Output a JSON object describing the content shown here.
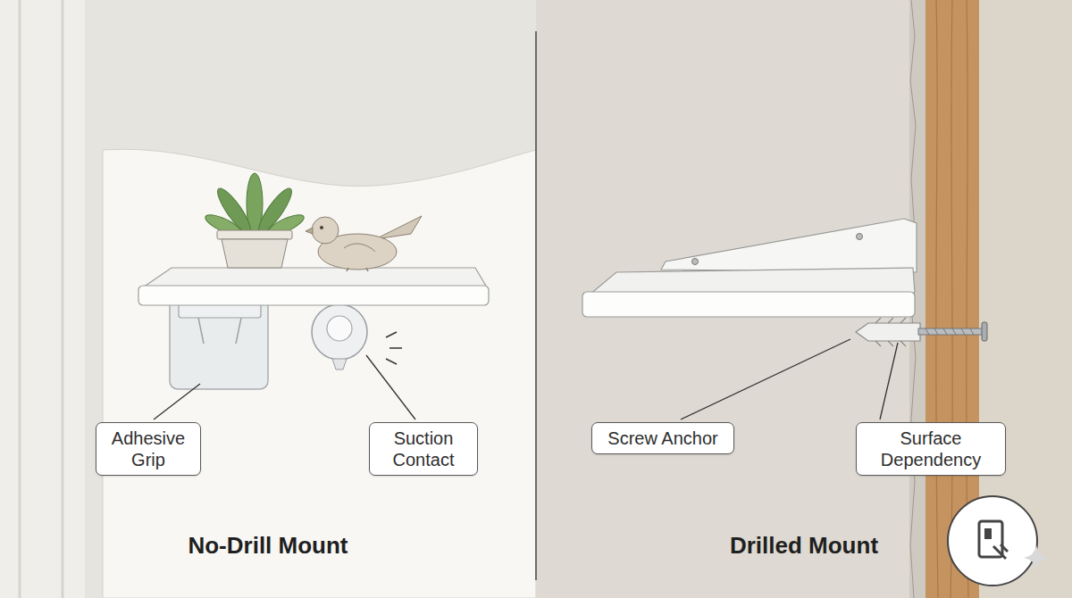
{
  "diagram": {
    "nodes": [
      {
        "text": [
          "Adhesive Grip"
        ]
      },
      {
        "text": [
          "Suction Contact"
        ]
      },
      {
        "text": [
          "Screw Anchor"
        ]
      },
      {
        "text": [
          "Surface Dependency"
        ]
      }
    ],
    "labels": [
      "No-Drill Mount",
      "Drilled Mount"
    ]
  }
}
